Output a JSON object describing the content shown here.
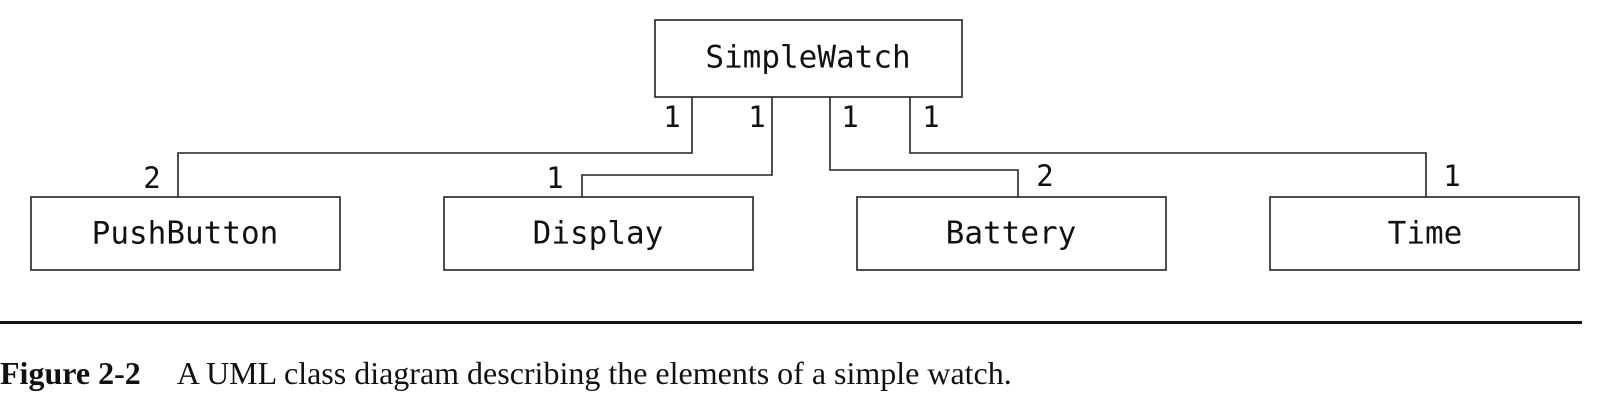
{
  "diagram": {
    "root": {
      "name": "SimpleWatch"
    },
    "parts": [
      {
        "name": "PushButton",
        "root_multiplicity": "1",
        "part_multiplicity": "2"
      },
      {
        "name": "Display",
        "root_multiplicity": "1",
        "part_multiplicity": "1"
      },
      {
        "name": "Battery",
        "root_multiplicity": "1",
        "part_multiplicity": "2"
      },
      {
        "name": "Time",
        "root_multiplicity": "1",
        "part_multiplicity": "1"
      }
    ]
  },
  "caption": {
    "label": "Figure 2-2",
    "text": "A UML class diagram describing the elements of a simple watch."
  }
}
